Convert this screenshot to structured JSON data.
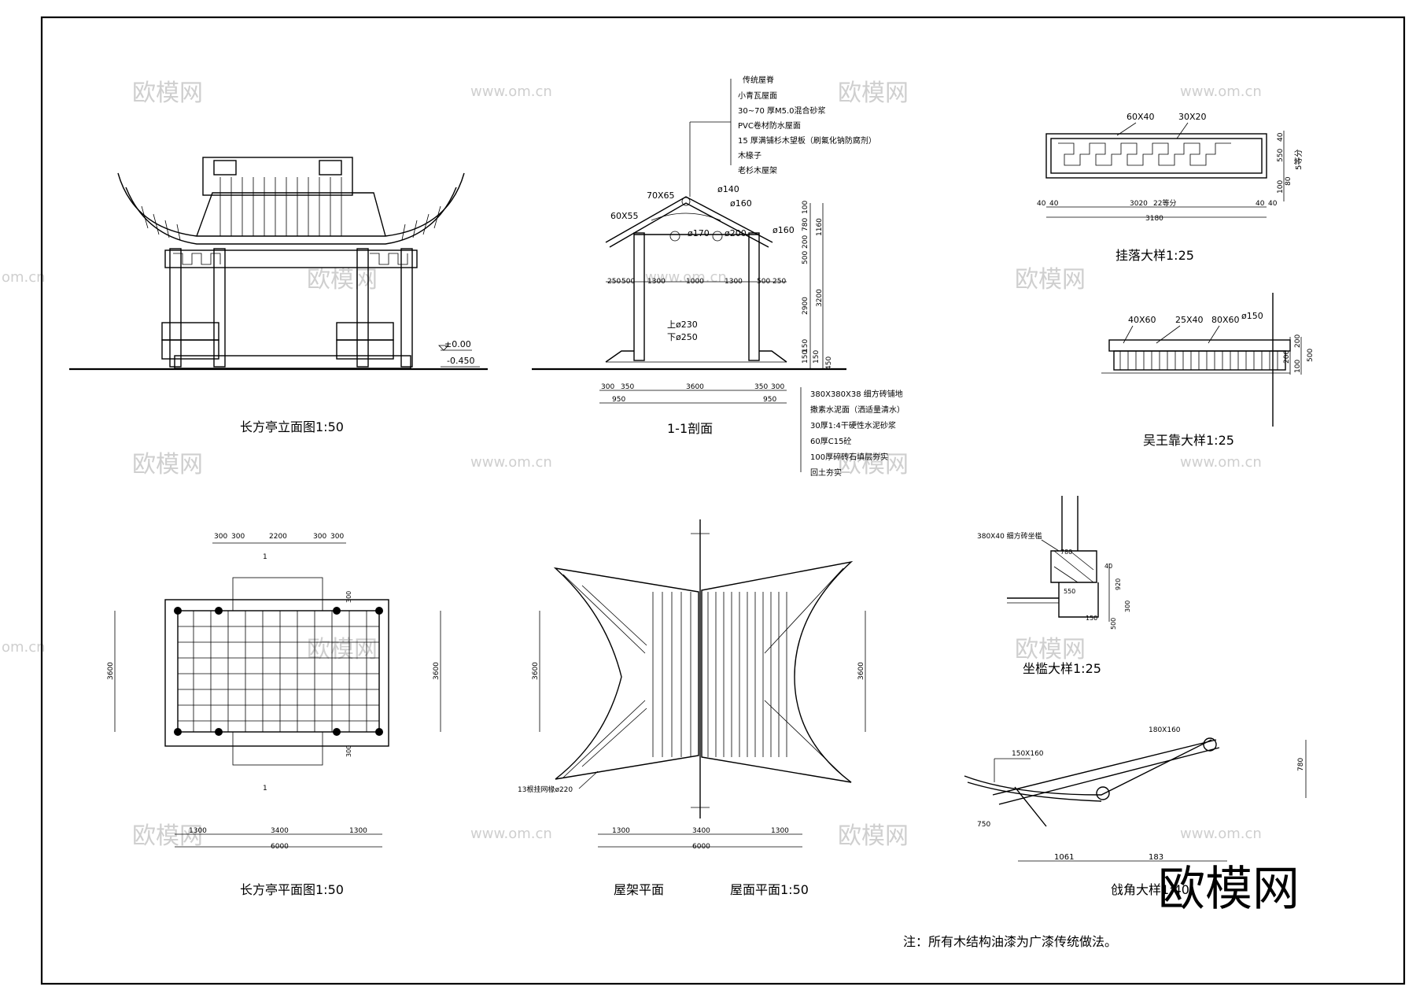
{
  "watermarks": {
    "brand": "欧模网",
    "url": "www.om.cn",
    "url_partial": "om.cn"
  },
  "corner_logo": "欧模网",
  "elevation": {
    "title": "长方亭立面图1:50",
    "levels": [
      "±0.00",
      "-0.450"
    ]
  },
  "section": {
    "title": "1-1剖面",
    "roof_layers": [
      "传统屋脊",
      "小青瓦屋面",
      "30~70 厚M5.0混合砂浆",
      "PVC卷材防水屋面",
      "15 厚满铺杉木望板（刷氟化钠防腐剂）",
      "木椽子",
      "老杉木屋架"
    ],
    "floor_layers": [
      "380X380X38 细方砖铺地",
      "撒素水泥面（洒适量清水）",
      "30厚1:4干硬性水泥砂浆",
      "60厚C15砼",
      "100厚碎砖石填层夯实",
      "回土夯实"
    ],
    "member_labels": [
      "70X65",
      "60X55",
      "ø140",
      "ø160",
      "ø170",
      "ø200",
      "ø160",
      "上ø230",
      "下ø250"
    ],
    "top_dims": [
      "250",
      "500",
      "1300",
      "1000",
      "1300",
      "500",
      "250"
    ],
    "bottom_dims": [
      "300",
      "350",
      "3600",
      "350",
      "300"
    ],
    "bottom_sub": [
      "950",
      "950"
    ],
    "right_dims": [
      "100",
      "780",
      "200",
      "500",
      "2900",
      "150",
      "150",
      "150",
      "450"
    ],
    "right_dims2": [
      "1160",
      "3200"
    ]
  },
  "guaoluo": {
    "title": "挂落大样1:25",
    "labels": [
      "60X40",
      "30X20"
    ],
    "bottom_dims": [
      "40",
      "40",
      "3020",
      "22等分",
      "40",
      "40"
    ],
    "total": "3180",
    "right_dims": [
      "40",
      "550",
      "100",
      "80",
      "5等分"
    ]
  },
  "wuwangkao": {
    "title": "吴王靠大样1:25",
    "labels": [
      "40X60",
      "25X40",
      "80X60",
      "ø150"
    ],
    "right_dims": [
      "200",
      "200",
      "100",
      "500"
    ]
  },
  "zuokan": {
    "title": "坐槛大样1:25",
    "label": "380X40 细方砖坐槛",
    "dims": [
      "780",
      "920",
      "550",
      "300",
      "150",
      "500",
      "40"
    ]
  },
  "plan": {
    "title": "长方亭平面图1:50",
    "top_dims": [
      "300",
      "300",
      "2200",
      "300",
      "300"
    ],
    "bottom_dims": [
      "1300",
      "3400",
      "1300"
    ],
    "total": "6000",
    "height": "3600",
    "side_dims": [
      "300",
      "300"
    ],
    "section_mark": "1"
  },
  "roof_plan": {
    "title_left": "屋架平面",
    "title_right": "屋面平面1:50",
    "label": "13根挂网椽ø220",
    "bottom_dims": [
      "1300",
      "3400",
      "1300"
    ],
    "total": "6000",
    "height": "3600"
  },
  "qiangjiao": {
    "title": "戗角大样1:40",
    "labels": [
      "180X160",
      "150X160"
    ],
    "dims": [
      "780",
      "750",
      "1061",
      "183"
    ]
  },
  "note": "注：所有木结构油漆为广漆传统做法。"
}
